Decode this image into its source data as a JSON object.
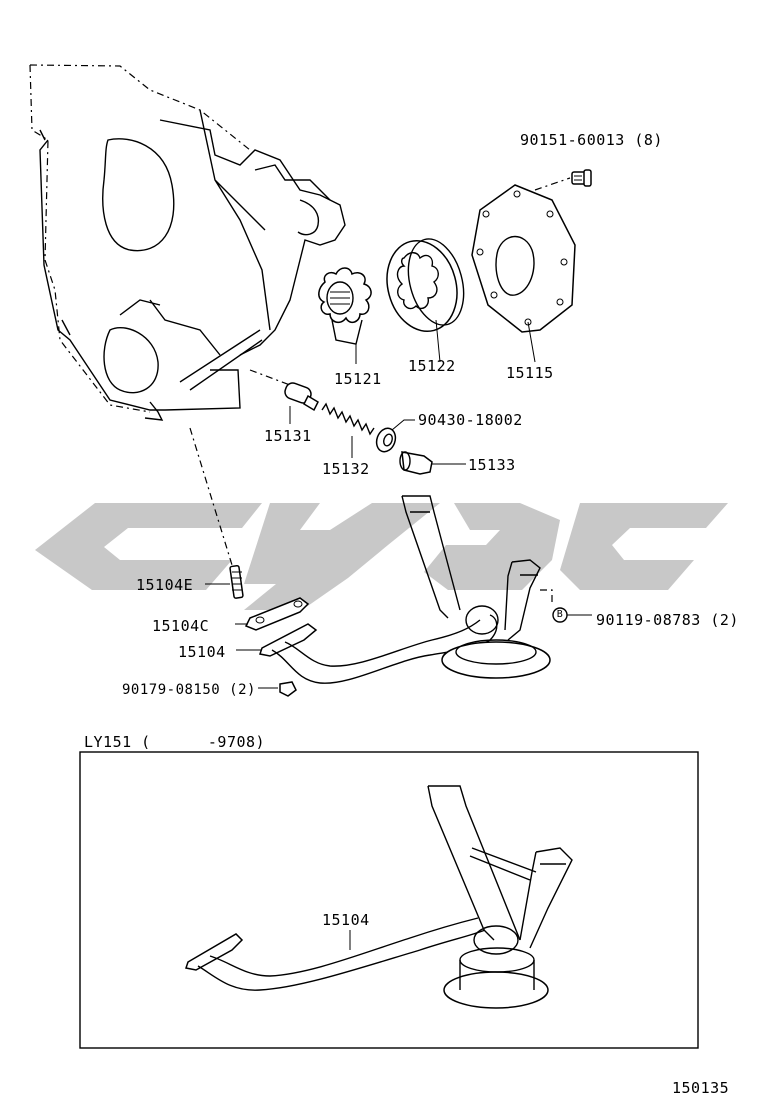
{
  "diagram": {
    "part_labels": {
      "p90151": "90151-60013 (8)",
      "p15115": "15115",
      "p15122": "15122",
      "p15121": "15121",
      "p15131": "15131",
      "p90430": "90430-18002",
      "p15132": "15132",
      "p15133": "15133",
      "p15104E": "15104E",
      "p90119": "90119-08783 (2)",
      "p15104C": "15104C",
      "p15104": "15104",
      "p90179": "90179-08150 (2)",
      "p15104_inset": "15104"
    },
    "bolt_marker": "B",
    "inset_title": "LY151 (      -9708)",
    "figure_number": "150135",
    "watermark_color": "#c8c8c8"
  }
}
